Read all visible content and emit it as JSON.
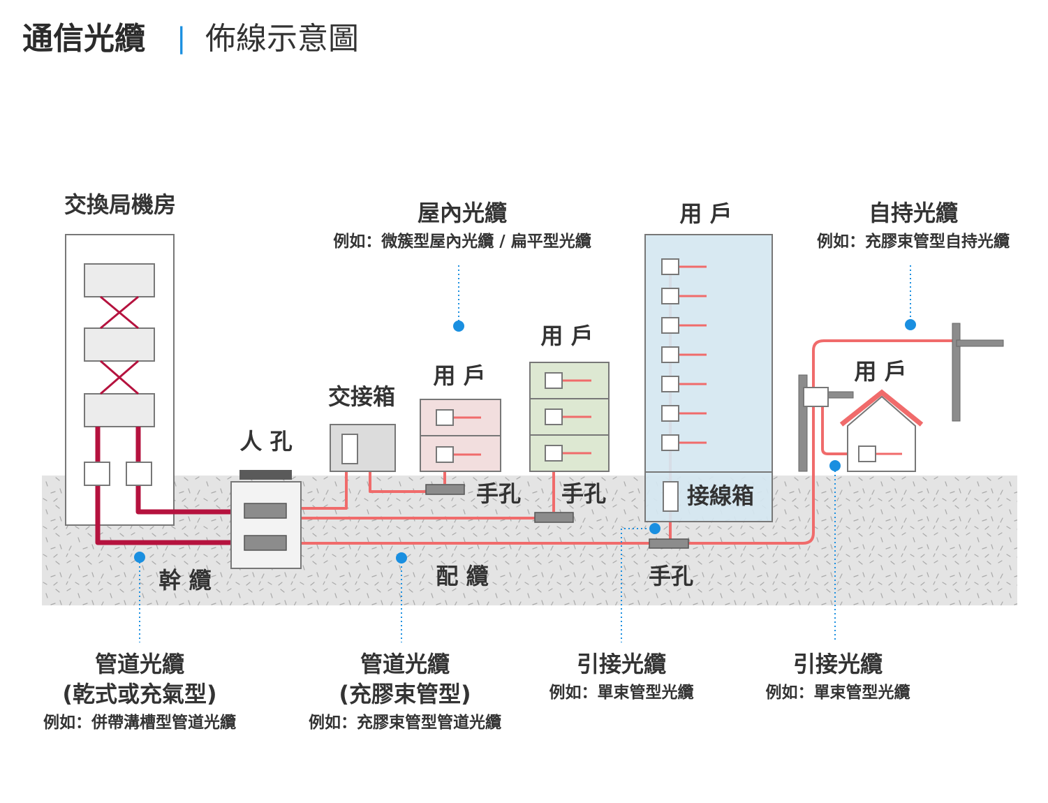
{
  "title": {
    "main": "通信光纜",
    "separator": "|",
    "sub": "佈線示意圖"
  },
  "labels": {
    "exchange_room": "交換局機房",
    "manhole": "人 孔",
    "cross_box": "交接箱",
    "handhole_1": "手孔",
    "handhole_2": "手孔",
    "handhole_3": "手孔",
    "user_1": "用 戶",
    "user_2": "用 戶",
    "user_3": "用 戶",
    "user_4": "用 戶",
    "junction_box": "接線箱",
    "trunk_cable": "幹 纜",
    "distribution_cable": "配 纜"
  },
  "callouts": {
    "indoor": {
      "title": "屋內光纜",
      "example": "例如：微簇型屋內光纜 / 扁平型光纜"
    },
    "self_support": {
      "title": "自持光纜",
      "example": "例如：充膠束管型自持光纜"
    },
    "duct_dry": {
      "title": "管道光纜",
      "subtitle": "(乾式或充氣型)",
      "example": "例如：併帶溝槽型管道光纜"
    },
    "duct_gel": {
      "title": "管道光纜",
      "subtitle": "(充膠束管型)",
      "example": "例如：充膠束管型管道光纜"
    },
    "drop_1": {
      "title": "引接光纜",
      "example": "例如：單束管型光纜"
    },
    "drop_2": {
      "title": "引接光纜",
      "example": "例如：單束管型光纜"
    }
  },
  "colors": {
    "trunk_line": "#b5123e",
    "distribution_line": "#f06b6b",
    "callout_dot": "#1a8fe0",
    "ground": "#e4e4e4",
    "building_pink": "#f2dede",
    "building_green": "#dde8d2",
    "building_blue": "#d5e7f1",
    "house_roof": "#f06b6b"
  }
}
